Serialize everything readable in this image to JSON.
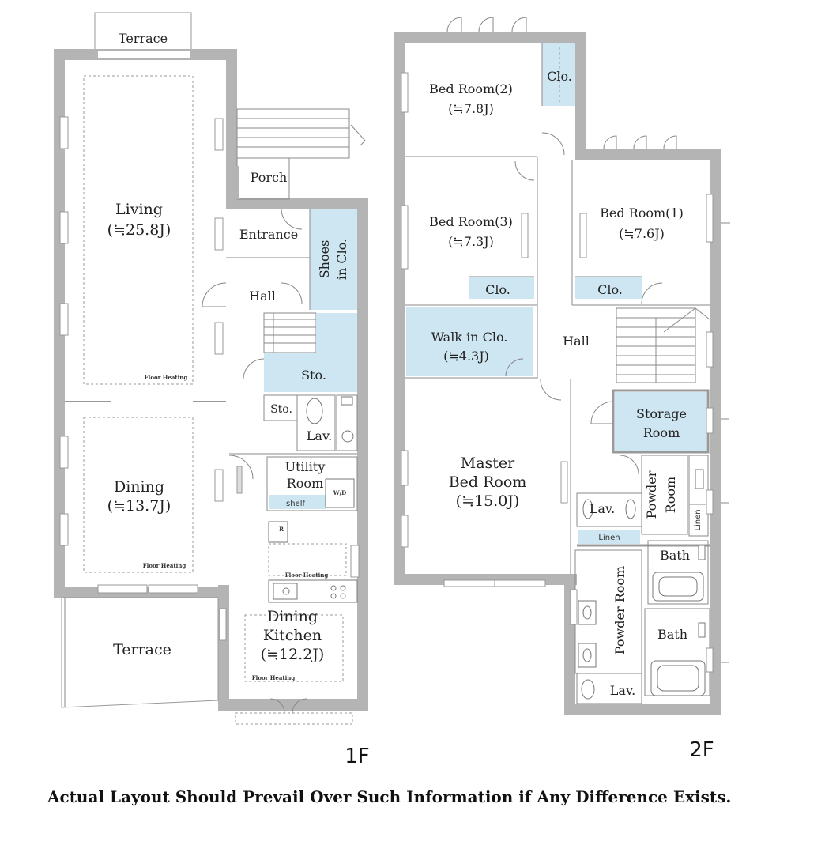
{
  "floor1": {
    "label": "1F",
    "rooms": {
      "terrace_top": "Terrace",
      "porch": "Porch",
      "living": "Living",
      "living_size": "(≒25.8J)",
      "entrance": "Entrance",
      "shoes_clo_1": "Shoes",
      "shoes_clo_2": "in Clo.",
      "hall": "Hall",
      "sto_large": "Sto.",
      "sto_small": "Sto.",
      "lav": "Lav.",
      "utility_1": "Utility",
      "utility_2": "Room",
      "shelf": "shelf",
      "dining": "Dining",
      "dining_size": "(≒13.7J)",
      "dk_1": "Dining",
      "dk_2": "Kitchen",
      "dk_size": "(≒12.2J)",
      "terrace_bottom": "Terrace"
    },
    "notes": {
      "floor_heating": "Floor Heating",
      "wd": "W/D",
      "r": "R"
    }
  },
  "floor2": {
    "label": "2F",
    "rooms": {
      "bed2": "Bed Room(2)",
      "bed2_size": "(≒7.8J)",
      "clo_top": "Clo.",
      "bed3": "Bed Room(3)",
      "bed3_size": "(≒7.3J)",
      "bed1": "Bed Room(1)",
      "bed1_size": "(≒7.6J)",
      "clo_bed3": "Clo.",
      "clo_bed1": "Clo.",
      "walkin": "Walk in Clo.",
      "walkin_size": "(≒4.3J)",
      "hall": "Hall",
      "storage_1": "Storage",
      "storage_2": "Room",
      "master_1": "Master",
      "master_2": "Bed Room",
      "master_size": "(≒15.0J)",
      "powder_upper_1": "Powder",
      "powder_upper_2": "Room",
      "linen_vertical": "Linen",
      "lav_upper": "Lav.",
      "linen_horizontal": "Linen",
      "bath_upper": "Bath",
      "powder_lower": "Powder Room",
      "bath_lower": "Bath",
      "lav_lower": "Lav."
    }
  },
  "footer": {
    "disclaimer": "Actual Layout Should Prevail Over Such Information if Any Difference Exists."
  },
  "colors": {
    "wall": "#b4b4b4",
    "closet": "#cde6f2",
    "line": "#8a8a8a"
  }
}
